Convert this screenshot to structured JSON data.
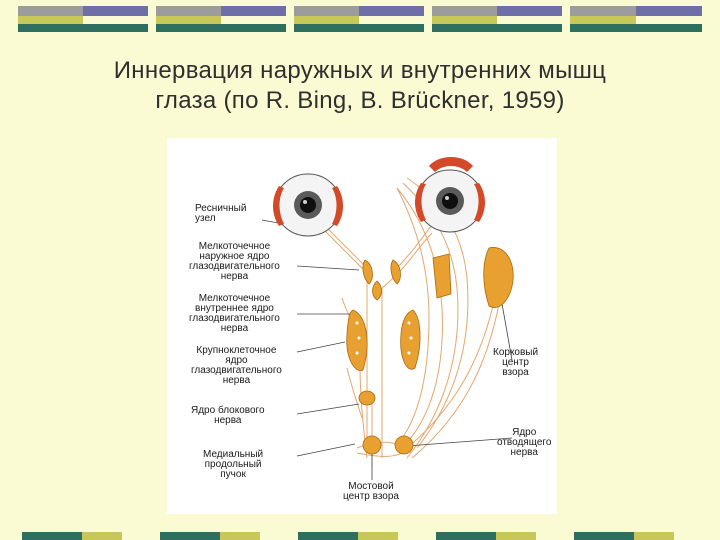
{
  "slide": {
    "title_line1": "Иннервация наружных и внутренних мышц",
    "title_line2": "глаза (по R. Bing, B. Brückner, 1959)"
  },
  "colors": {
    "background": "#fbfbd3",
    "deco_gray": "#9c9c9c",
    "deco_purple": "#6f6fa8",
    "deco_green": "#2f6f5f",
    "deco_olive": "#c8c85a",
    "nucleus_orange": "#e8a030",
    "eye_red": "#d24a28",
    "nerve_line": "#e3a76e"
  },
  "labels": {
    "ciliary_ganglion": [
      "Ресничный",
      "узел"
    ],
    "small_cell_external": [
      "Мелкоточечное",
      "наружное ядро",
      "глазодвигательного",
      "нерва"
    ],
    "small_cell_internal": [
      "Мелкоточечное",
      "внутреннее ядро",
      "глазодвигательного",
      "нерва"
    ],
    "large_cell": [
      "Крупноклеточное",
      "ядро",
      "глазодвигательного",
      "нерва"
    ],
    "trochlear": [
      "Ядро блокового",
      "нерва"
    ],
    "mlf": [
      "Медиальный",
      "продольный",
      "пучок"
    ],
    "cortical_center": [
      "Корковый",
      "центр",
      "взора"
    ],
    "abducens": [
      "Ядро",
      "отводящего",
      "нерва"
    ],
    "pontine_center": [
      "Мостовой",
      "центр взора"
    ]
  }
}
